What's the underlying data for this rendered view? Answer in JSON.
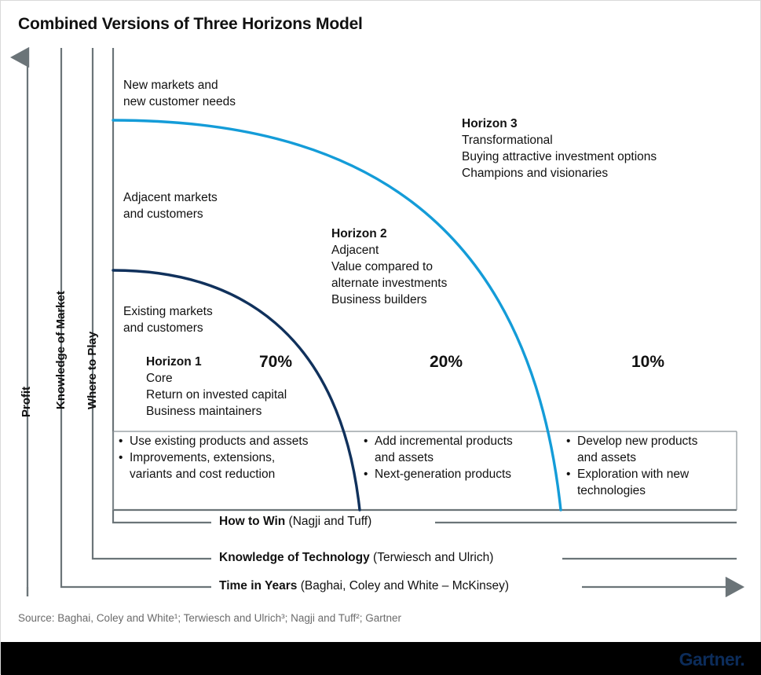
{
  "title": "Combined Versions of Three Horizons Model",
  "axes": {
    "vertical": [
      {
        "name": "profit",
        "label": "Profit"
      },
      {
        "name": "knowledge-of-market",
        "label": "Knowledge of Market"
      },
      {
        "name": "where-to-play",
        "label": "Where to Play"
      }
    ],
    "horizontal": [
      {
        "name": "how-to-win",
        "bold": "How to Win",
        "rest": " (Nagji and Tuff)"
      },
      {
        "name": "knowledge-of-technology",
        "bold": "Knowledge of Technology",
        "rest": " (Terwiesch and Ulrich)"
      },
      {
        "name": "time-in-years",
        "bold": "Time in Years",
        "rest": " (Baghai, Coley and White – McKinsey)"
      }
    ]
  },
  "market_labels": {
    "new": "New markets and\nnew customer needs",
    "adjacent": "Adjacent markets\nand customers",
    "existing": "Existing markets\nand customers"
  },
  "horizons": [
    {
      "name": "horizon-1",
      "title": "Horizon 1",
      "percent": "70%",
      "lines": [
        "Core",
        "Return on invested capital",
        "Business maintainers"
      ],
      "bullets": [
        "Use existing products and assets",
        "Improvements, extensions,\nvariants and cost reduction"
      ]
    },
    {
      "name": "horizon-2",
      "title": "Horizon 2",
      "percent": "20%",
      "lines": [
        "Adjacent",
        "Value compared to",
        "alternate investments",
        "Business builders"
      ],
      "bullets": [
        "Add incremental products\nand assets",
        "Next-generation products"
      ]
    },
    {
      "name": "horizon-3",
      "title": "Horizon 3",
      "percent": "10%",
      "lines": [
        "Transformational",
        "Buying attractive investment options",
        "Champions and visionaries"
      ],
      "bullets": [
        "Develop new products\nand assets",
        "Exploration with new\ntechnologies"
      ]
    }
  ],
  "source": "Source: Baghai, Coley and White¹; Terwiesch and Ulrich³; Nagji and Tuff²; Gartner",
  "logo": "Gartner.",
  "colors": {
    "horizon1_curve": "#10315c",
    "horizon3_curve": "#149cd8",
    "axis": "#6b7478",
    "footer_bg": "#000000",
    "logo": "#0c2c5a",
    "source_text": "#6b6b6b"
  },
  "chart_data": {
    "type": "area",
    "title": "Combined Versions of Three Horizons Model",
    "xlabel": "Time in Years",
    "ylabel": "Profit / Knowledge of Market / Where to Play",
    "categories": [
      "Horizon 1",
      "Horizon 2",
      "Horizon 3"
    ],
    "values": [
      70,
      20,
      10
    ],
    "value_labels": [
      "70%",
      "20%",
      "10%"
    ],
    "grid": false,
    "legend": "none",
    "series": [
      {
        "name": "Horizon 1 curve",
        "color": "#10315c",
        "note": "quarter-ellipse from left edge at mid height to baseline at x=Horizon1 boundary"
      },
      {
        "name": "Horizon 3 curve",
        "color": "#149cd8",
        "note": "quarter-ellipse from left edge near top to baseline at x=Horizon2 boundary"
      }
    ]
  }
}
